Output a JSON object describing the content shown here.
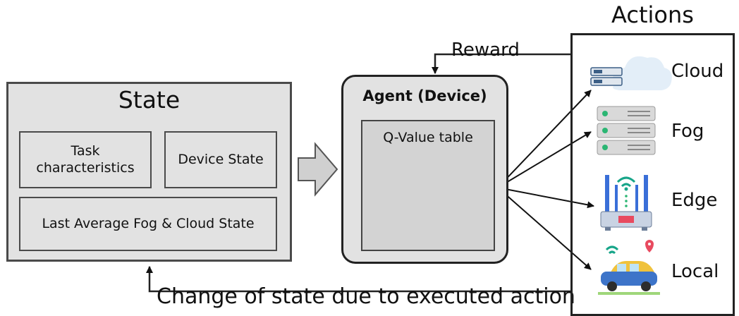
{
  "state": {
    "title": "State",
    "task_characteristics": "Task\ncharacteristics",
    "device_state": "Device State",
    "last_avg": "Last Average Fog & Cloud State"
  },
  "agent": {
    "title": "Agent (Device)",
    "qtable": "Q-Value table"
  },
  "actions": {
    "title": "Actions",
    "items": [
      {
        "label": "Cloud",
        "icon": "cloud-server-icon"
      },
      {
        "label": "Fog",
        "icon": "server-rack-icon"
      },
      {
        "label": "Edge",
        "icon": "wifi-router-icon"
      },
      {
        "label": "Local",
        "icon": "connected-car-icon"
      }
    ]
  },
  "reward": "Reward",
  "change_label": "Change of state due to executed action",
  "colors": {
    "box_fill": "#e2e2e2",
    "table_header": "#17a589",
    "accent_red": "#e84a5f"
  }
}
